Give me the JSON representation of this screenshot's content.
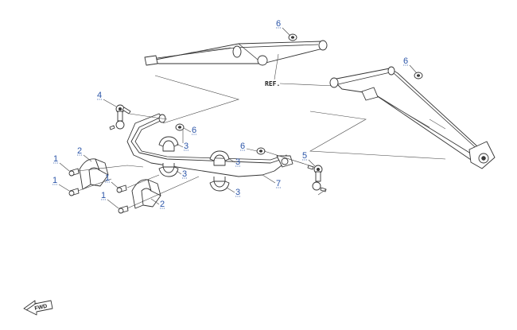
{
  "diagram": {
    "ref_label": "REF.",
    "fwd_label": "FWD",
    "callouts": [
      {
        "id": "c6a",
        "text": "6"
      },
      {
        "id": "c6b",
        "text": "6"
      },
      {
        "id": "c4",
        "text": "4"
      },
      {
        "id": "c6c",
        "text": "6"
      },
      {
        "id": "c3a",
        "text": "3"
      },
      {
        "id": "c2a",
        "text": "2"
      },
      {
        "id": "c1a",
        "text": "1"
      },
      {
        "id": "c1b",
        "text": "1"
      },
      {
        "id": "c1c",
        "text": "1"
      },
      {
        "id": "c1d",
        "text": "1"
      },
      {
        "id": "c3b",
        "text": "3"
      },
      {
        "id": "c3c",
        "text": "3"
      },
      {
        "id": "c6d",
        "text": "6"
      },
      {
        "id": "c5",
        "text": "5"
      },
      {
        "id": "c7",
        "text": "7"
      },
      {
        "id": "c3d",
        "text": "3"
      },
      {
        "id": "c2b",
        "text": "2"
      }
    ]
  }
}
